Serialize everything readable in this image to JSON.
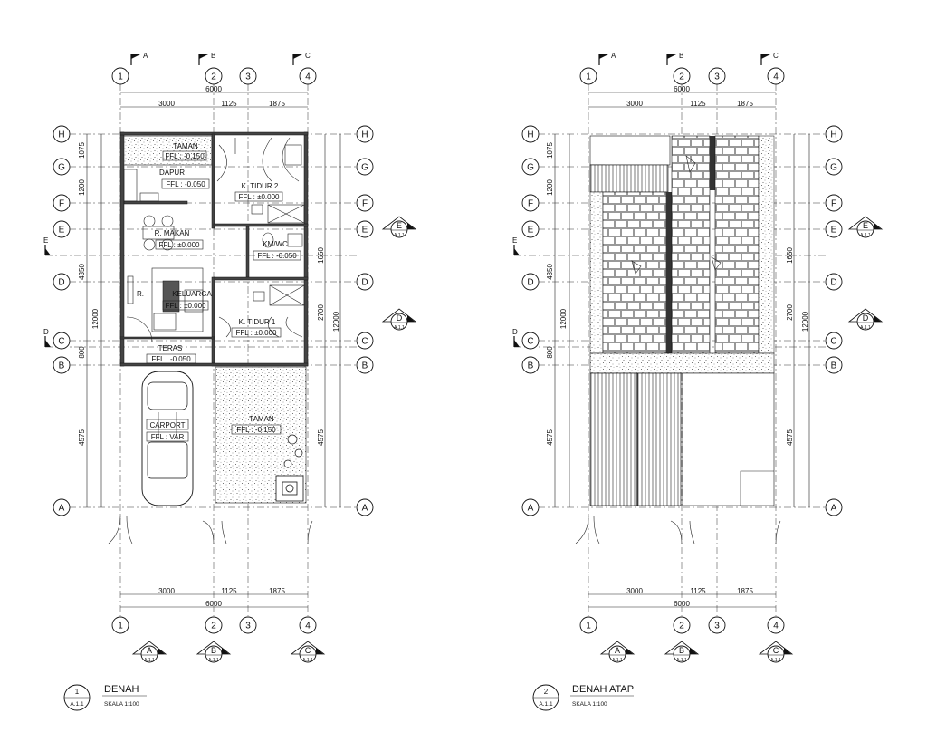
{
  "colors": {
    "ink": "#111111",
    "paper": "#ffffff",
    "wall": "#444444"
  },
  "grid_rows": [
    "H",
    "G",
    "F",
    "E",
    "D",
    "C",
    "B",
    "A"
  ],
  "grid_cols": [
    "1",
    "2",
    "3",
    "4"
  ],
  "section_marks": [
    "A",
    "B",
    "C"
  ],
  "side_sections": [
    "E",
    "D"
  ],
  "sheet_ref": "A.1.1",
  "dims_top": {
    "total": "6000",
    "d1": "3000",
    "d2": "1125",
    "d3": "1875"
  },
  "dims_left": {
    "total": "12000",
    "hg": "1075",
    "gf": "1200",
    "ed": "4350",
    "cb": "800",
    "ba": "4575"
  },
  "dims_right": {
    "ed": "1650",
    "dc": "2700",
    "total": "12000",
    "ba": "4575"
  },
  "plan1": {
    "title_num": "1",
    "title": "DENAH",
    "scale": "SKALA   1:100",
    "rooms": {
      "taman_top": "TAMAN",
      "taman_top_ffl": "FFL : -0.150",
      "dapur": "DAPUR",
      "dapur_ffl": "FFL : -0.050",
      "tidur2": "K. TIDUR 2",
      "tidur2_ffl": "FFL : ±0.000",
      "kmwc": "KM/WC",
      "kmwc_ffl": "FFL : -0.050",
      "makan": "R. MAKAN",
      "makan_ffl": "FFL : ±0.000",
      "keluarga_a": "R.",
      "keluarga_b": "KELUARGA",
      "keluarga_ffl": "FFL : ±0.000",
      "tidur1": "K. TIDUR 1",
      "tidur1_ffl": "FFL : ±0.000",
      "teras": "TERAS",
      "teras_ffl": "FFL : -0.050",
      "carport": "CARPORT",
      "carport_ffl": "FFL : VAR",
      "taman": "TAMAN",
      "taman_ffl": "FFL : -0.150"
    }
  },
  "plan2": {
    "title_num": "2",
    "title": "DENAH ATAP",
    "scale": "SKALA   1:100"
  }
}
